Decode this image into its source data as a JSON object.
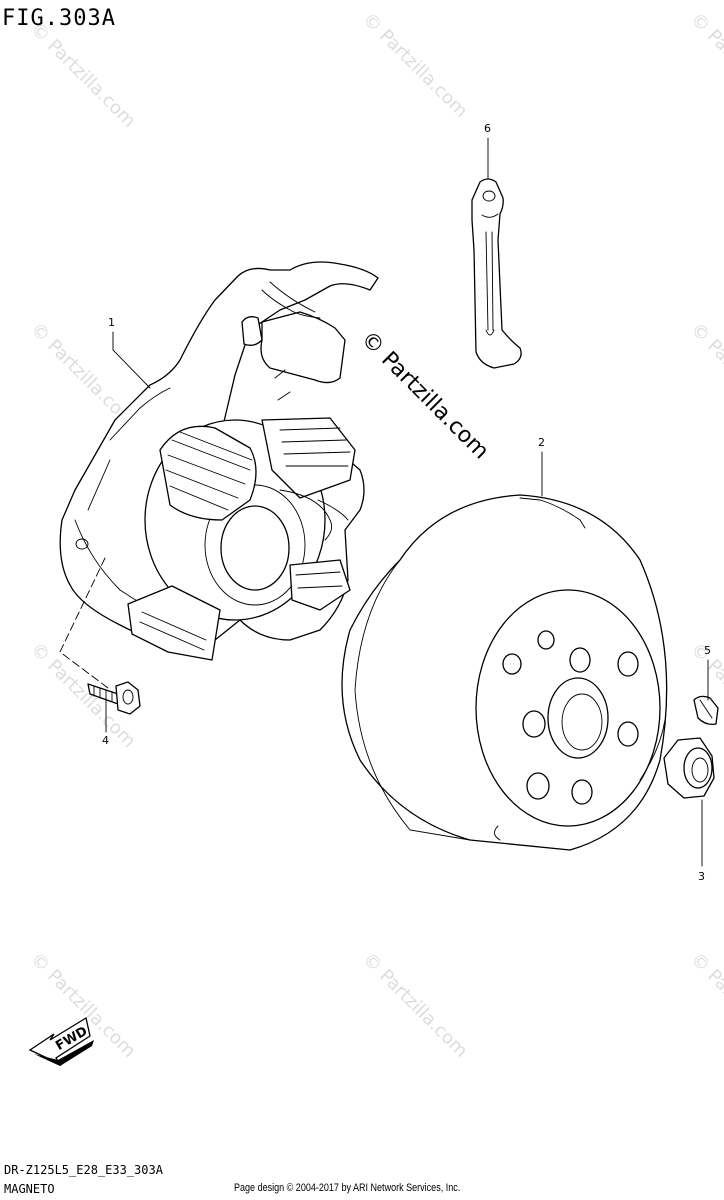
{
  "figure": {
    "title": "FIG.303A",
    "code": "DR-Z125L5_E28_E33_303A",
    "name": "MAGNETO",
    "copyright": "Page design © 2004-2017 by ARI Network Services, Inc."
  },
  "watermark": {
    "text": "© Partzilla.com",
    "icon": "copyright-icon"
  },
  "callouts": [
    {
      "id": "1",
      "part": "stator"
    },
    {
      "id": "2",
      "part": "rotor"
    },
    {
      "id": "3",
      "part": "nut"
    },
    {
      "id": "4",
      "part": "bolt"
    },
    {
      "id": "5",
      "part": "key"
    },
    {
      "id": "6",
      "part": "clamp"
    }
  ],
  "direction": {
    "label": "FWD",
    "icon": "forward-arrow-icon"
  }
}
